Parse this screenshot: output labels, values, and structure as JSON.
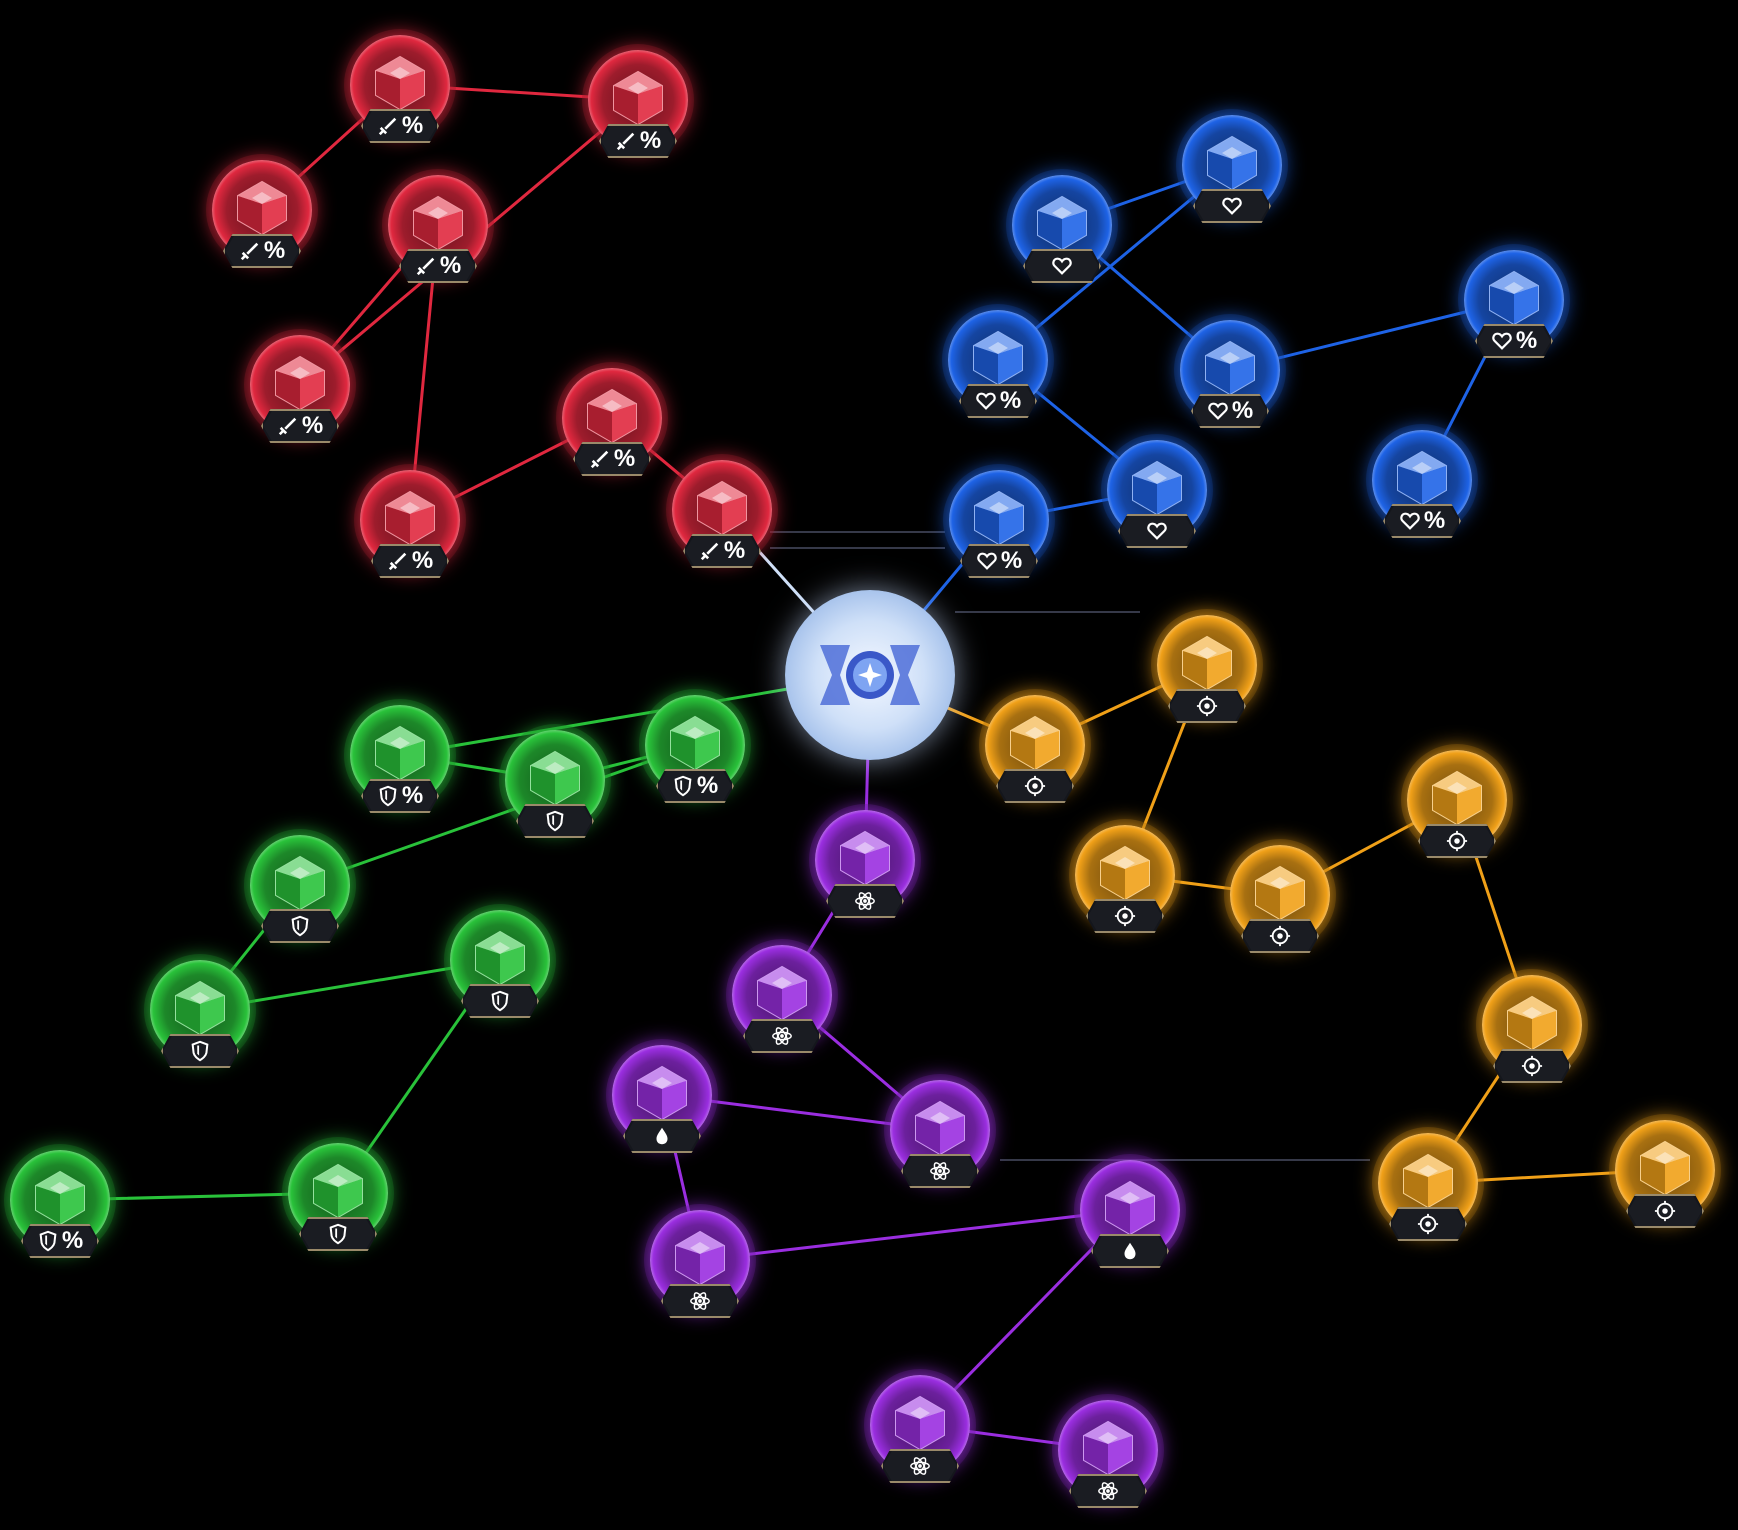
{
  "colors": {
    "red": "#e0283f",
    "blue": "#1e63e6",
    "green": "#29c23a",
    "gold": "#f0a018",
    "purple": "#9a2ee0",
    "core": "#cfe0f8"
  },
  "badge_text": {
    "percent": "%"
  },
  "core": {
    "icon": "core-emblem-icon",
    "color": "#cfe0f8"
  },
  "branches": {
    "attack": {
      "color": "#e0283f",
      "icon": "sword-icon"
    },
    "health": {
      "color": "#1e63e6",
      "icon": "heart-icon"
    },
    "defense": {
      "color": "#29c23a",
      "icon": "shield-icon"
    },
    "precision": {
      "color": "#f0a018",
      "icon": "crosshair-icon"
    },
    "elemental": {
      "color": "#9a2ee0",
      "icon": "atom-icon"
    }
  },
  "nodes": [
    {
      "id": "r1",
      "branch": "attack",
      "icon": "sword-icon",
      "percent": true
    },
    {
      "id": "r2",
      "branch": "attack",
      "icon": "sword-icon",
      "percent": true
    },
    {
      "id": "r3",
      "branch": "attack",
      "icon": "sword-icon",
      "percent": true
    },
    {
      "id": "r4",
      "branch": "attack",
      "icon": "sword-icon",
      "percent": true
    },
    {
      "id": "r5",
      "branch": "attack",
      "icon": "sword-icon",
      "percent": true
    },
    {
      "id": "r6",
      "branch": "attack",
      "icon": "sword-icon",
      "percent": true
    },
    {
      "id": "r7",
      "branch": "attack",
      "icon": "sword-icon",
      "percent": true
    },
    {
      "id": "r8",
      "branch": "attack",
      "icon": "sword-icon",
      "percent": true
    },
    {
      "id": "b1",
      "branch": "health",
      "icon": "heart-icon",
      "percent": false
    },
    {
      "id": "b2",
      "branch": "health",
      "icon": "heart-icon",
      "percent": false
    },
    {
      "id": "b3",
      "branch": "health",
      "icon": "heart-icon",
      "percent": true
    },
    {
      "id": "b4",
      "branch": "health",
      "icon": "heart-icon",
      "percent": true
    },
    {
      "id": "b5",
      "branch": "health",
      "icon": "heart-icon",
      "percent": true
    },
    {
      "id": "b6",
      "branch": "health",
      "icon": "heart-icon",
      "percent": true
    },
    {
      "id": "b7",
      "branch": "health",
      "icon": "heart-icon",
      "percent": false
    },
    {
      "id": "b8",
      "branch": "health",
      "icon": "heart-icon",
      "percent": true
    },
    {
      "id": "g1",
      "branch": "defense",
      "icon": "shield-icon",
      "percent": true
    },
    {
      "id": "g2",
      "branch": "defense",
      "icon": "shield-icon",
      "percent": false
    },
    {
      "id": "g3",
      "branch": "defense",
      "icon": "shield-icon",
      "percent": true
    },
    {
      "id": "g4",
      "branch": "defense",
      "icon": "shield-icon",
      "percent": false
    },
    {
      "id": "g5",
      "branch": "defense",
      "icon": "shield-icon",
      "percent": false
    },
    {
      "id": "g6",
      "branch": "defense",
      "icon": "shield-icon",
      "percent": false
    },
    {
      "id": "g7",
      "branch": "defense",
      "icon": "shield-icon",
      "percent": true
    },
    {
      "id": "g8",
      "branch": "defense",
      "icon": "shield-icon",
      "percent": false
    },
    {
      "id": "y1",
      "branch": "precision",
      "icon": "crosshair-icon",
      "percent": false
    },
    {
      "id": "y2",
      "branch": "precision",
      "icon": "crosshair-icon",
      "percent": false
    },
    {
      "id": "y3",
      "branch": "precision",
      "icon": "crosshair-icon",
      "percent": false
    },
    {
      "id": "y4",
      "branch": "precision",
      "icon": "crosshair-icon",
      "percent": false
    },
    {
      "id": "y5",
      "branch": "precision",
      "icon": "crosshair-icon",
      "percent": false
    },
    {
      "id": "y6",
      "branch": "precision",
      "icon": "crosshair-icon",
      "percent": false
    },
    {
      "id": "y7",
      "branch": "precision",
      "icon": "crosshair-icon",
      "percent": false
    },
    {
      "id": "y8",
      "branch": "precision",
      "icon": "crosshair-icon",
      "percent": false
    },
    {
      "id": "p1",
      "branch": "elemental",
      "icon": "atom-icon",
      "percent": false
    },
    {
      "id": "p2",
      "branch": "elemental",
      "icon": "atom-icon",
      "percent": false
    },
    {
      "id": "p3",
      "branch": "elemental",
      "icon": "drop-icon",
      "percent": false
    },
    {
      "id": "p4",
      "branch": "elemental",
      "icon": "atom-icon",
      "percent": false
    },
    {
      "id": "p5",
      "branch": "elemental",
      "icon": "atom-icon",
      "percent": false
    },
    {
      "id": "p6",
      "branch": "elemental",
      "icon": "drop-icon",
      "percent": false
    },
    {
      "id": "p7",
      "branch": "elemental",
      "icon": "atom-icon",
      "percent": false
    },
    {
      "id": "p8",
      "branch": "elemental",
      "icon": "atom-icon",
      "percent": false
    }
  ],
  "links": [
    [
      "r1",
      "r2"
    ],
    [
      "r1",
      "r3"
    ],
    [
      "r4",
      "r5"
    ],
    [
      "r2",
      "r5"
    ],
    [
      "r4",
      "r6"
    ],
    [
      "r6",
      "r7"
    ],
    [
      "r7",
      "r8"
    ],
    [
      "r8",
      "r9"
    ],
    [
      "r9",
      "core"
    ],
    [
      "b1",
      "b2"
    ],
    [
      "b1",
      "b3"
    ],
    [
      "b2",
      "b4"
    ],
    [
      "b4",
      "b5"
    ],
    [
      "b5",
      "b6"
    ],
    [
      "b3",
      "b7"
    ],
    [
      "b7",
      "b8"
    ],
    [
      "b8",
      "core"
    ],
    [
      "core",
      "g1"
    ],
    [
      "g1",
      "g2"
    ],
    [
      "g2",
      "g3"
    ],
    [
      "g3",
      "g4"
    ],
    [
      "g4",
      "g5"
    ],
    [
      "g5",
      "g6"
    ],
    [
      "g6",
      "g8"
    ],
    [
      "g8",
      "g7"
    ],
    [
      "core",
      "y1"
    ],
    [
      "y1",
      "y2"
    ],
    [
      "y2",
      "y3"
    ],
    [
      "y3",
      "y4"
    ],
    [
      "y4",
      "y5"
    ],
    [
      "y5",
      "y6"
    ],
    [
      "y6",
      "y7"
    ],
    [
      "y7",
      "y8"
    ],
    [
      "core",
      "p1"
    ],
    [
      "p1",
      "p2"
    ],
    [
      "p2",
      "p4"
    ],
    [
      "p4",
      "p3"
    ],
    [
      "p3",
      "p5"
    ],
    [
      "p5",
      "p6"
    ],
    [
      "p6",
      "p7"
    ],
    [
      "p7",
      "p8"
    ]
  ]
}
